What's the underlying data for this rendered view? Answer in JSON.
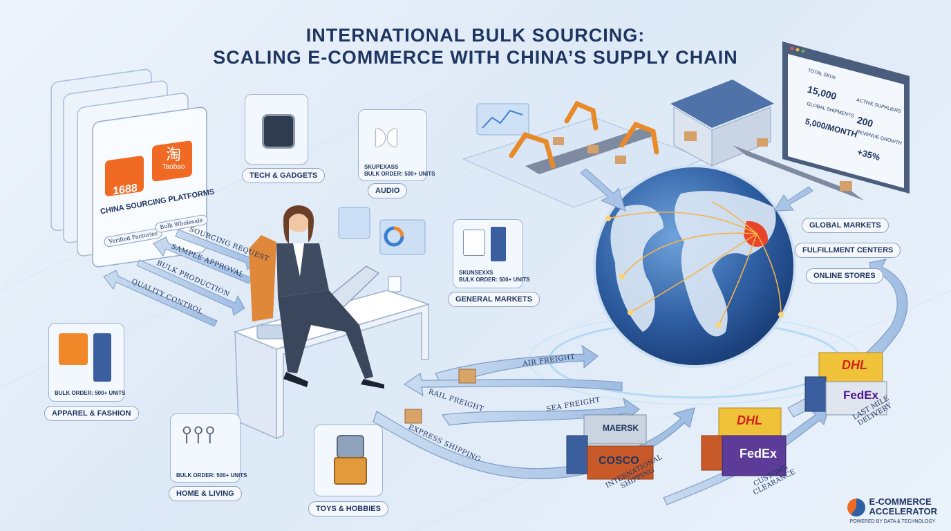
{
  "title": {
    "line1": "INTERNATIONAL BULK SOURCING:",
    "line2": "SCALING E-COMMERCE WITH CHINA’S SUPPLY CHAIN"
  },
  "platforms": {
    "logo1": "1688",
    "logo2_glyph": "淘",
    "logo2": "Taobao",
    "heading": "CHINA SOURCING PLATFORMS",
    "tag1": "Verified Factories",
    "tag2": "Bulk Wholesale"
  },
  "workflow_arrows": [
    "SOURCING REQUEST",
    "SAMPLE APPROVAL",
    "BULK PRODUCTION",
    "QUALITY CONTROL"
  ],
  "categories": {
    "tech": {
      "label": "TECH & GADGETS"
    },
    "audio": {
      "label": "AUDIO",
      "caption1": "SKUPEXASS",
      "caption2": "BULK ORDER: 500+ UNITS"
    },
    "general": {
      "label": "GENERAL MARKETS",
      "caption1": "SKUNSEXXS",
      "caption2": "BULK ORDER: 500+ UNITS"
    },
    "apparel": {
      "label": "APPAREL & FASHION",
      "caption": "BULK ORDER: 500+ UNITS"
    },
    "home": {
      "label": "HOME & LIVING",
      "caption": "BULK ORDER: 500+ UNITS"
    },
    "toys": {
      "label": "TOYS & HOBBIES"
    }
  },
  "dashboard": {
    "total_label": "TOTAL SKUs",
    "total_value": "15,000",
    "suppliers_label": "ACTIVE SUPPLIERS",
    "suppliers_value": "200",
    "shipments_label": "GLOBAL SHIPMENTS",
    "shipments_value": "5,000/MONTH",
    "growth_label": "REVENUE GROWTH",
    "growth_value": "+35%"
  },
  "destinations": [
    "GLOBAL MARKETS",
    "FULFILLMENT CENTERS",
    "ONLINE STORES"
  ],
  "freight": {
    "air": "AIR FREIGHT",
    "rail": "RAIL FREIGHT",
    "sea": "SEA FREIGHT",
    "express": "EXPRESS SHIPPING"
  },
  "containers": {
    "maersk": "MAERSK",
    "cosco": "COSCO",
    "dhl": "DHL",
    "fedex": "FedEx"
  },
  "stages": {
    "international": "INTERNATIONAL SHIPPING",
    "customs": "CUSTOMS CLEARANCE",
    "last_mile": "LAST MILE DELIVERY"
  },
  "brand": {
    "line1": "E-COMMERCE",
    "line2": "ACCELERATOR",
    "tagline": "POWERED BY DATA & TECHNOLOGY"
  },
  "colors": {
    "navy": "#1f3561",
    "accent_orange": "#f06a24",
    "globe_blue": "#2f5fa3",
    "china_red": "#e8452a"
  }
}
